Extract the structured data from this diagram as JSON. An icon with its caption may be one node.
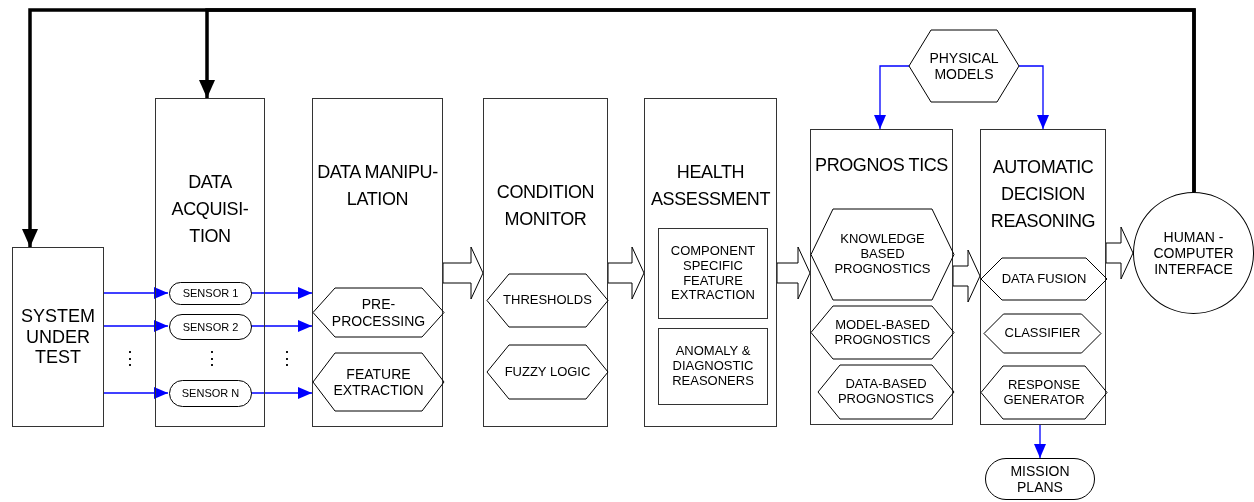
{
  "diagram": {
    "nodes": [
      {
        "text": [
          "SYSTEM UNDER TEST"
        ]
      },
      {
        "text": [
          "DATA ACQUISI- TION"
        ]
      },
      {
        "text": [
          "SENSOR 1"
        ],
        "in": 1
      },
      {
        "text": [
          "SENSOR 2"
        ],
        "in": 1
      },
      {
        "text": [
          "SENSOR N"
        ],
        "in": 1
      },
      {
        "text": [
          "DATA MANIPU- LATION"
        ]
      },
      {
        "text": [
          "PRE- PROCESSING"
        ],
        "in": 5
      },
      {
        "text": [
          "FEATURE EXTRACTION"
        ],
        "in": 5
      },
      {
        "text": [
          "CONDITION MONITOR"
        ]
      },
      {
        "text": [
          "THRESHOLDS"
        ],
        "in": 8
      },
      {
        "text": [
          "FUZZY LOGIC"
        ],
        "in": 8
      },
      {
        "text": [
          "HEALTH ASSESSMENT"
        ]
      },
      {
        "text": [
          "COMPONENT SPECIFIC FEATURE EXTRACTION"
        ],
        "in": 11
      },
      {
        "text": [
          "ANOMALY & DIAGNOSTIC REASONERS"
        ],
        "in": 11
      },
      {
        "text": [
          "PROGNOS TICS"
        ]
      },
      {
        "text": [
          "KNOWLEDGE BASED PROGNOSTICS"
        ],
        "in": 14
      },
      {
        "text": [
          "MODEL-BASED PROGNOSTICS"
        ],
        "in": 14
      },
      {
        "text": [
          "DATA-BASED PROGNOSTICS"
        ],
        "in": 14
      },
      {
        "text": [
          "AUTOMATIC DECISION REASONING"
        ]
      },
      {
        "text": [
          "DATA FUSION"
        ],
        "in": 18
      },
      {
        "text": [
          "CLASSIFIER"
        ],
        "in": 18
      },
      {
        "text": [
          "RESPONSE GENERATOR"
        ],
        "in": 18
      },
      {
        "text": [
          "HUMAN - COMPUTER INTERFACE"
        ]
      },
      {
        "text": [
          "PHYSICAL MODELS"
        ]
      },
      {
        "text": [
          "MISSION PLANS"
        ]
      }
    ],
    "edges": [
      {
        "from": 0,
        "to": 2,
        "arrow": "to"
      },
      {
        "from": 0,
        "to": 3,
        "arrow": "to"
      },
      {
        "from": 0,
        "to": 4,
        "arrow": "to"
      },
      {
        "from": 2,
        "to": 6,
        "arrow": "to"
      },
      {
        "from": 3,
        "to": 6,
        "arrow": "to"
      },
      {
        "from": 4,
        "to": 7,
        "arrow": "to"
      },
      {
        "from": 5,
        "to": 8,
        "arrow": "to",
        "color": "#000000"
      },
      {
        "from": 8,
        "to": 11,
        "arrow": "to",
        "color": "#000000"
      },
      {
        "from": 11,
        "to": 14,
        "arrow": "to",
        "color": "#000000"
      },
      {
        "from": 14,
        "to": 18,
        "arrow": "to",
        "color": "#000000"
      },
      {
        "from": 18,
        "to": 22,
        "arrow": "to",
        "color": "#000000"
      },
      {
        "from": 23,
        "to": 14,
        "arrow": "to"
      },
      {
        "from": 23,
        "to": 18,
        "arrow": "to"
      },
      {
        "from": 18,
        "to": 24,
        "arrow": "to"
      },
      {
        "from": 22,
        "to": 0,
        "arrow": "to",
        "style": "thick",
        "color": "#000000"
      },
      {
        "from": 22,
        "to": 1,
        "arrow": "to",
        "style": "thick",
        "color": "#000000"
      }
    ],
    "labels": [
      "⋮",
      "⋮",
      "⋮"
    ]
  }
}
